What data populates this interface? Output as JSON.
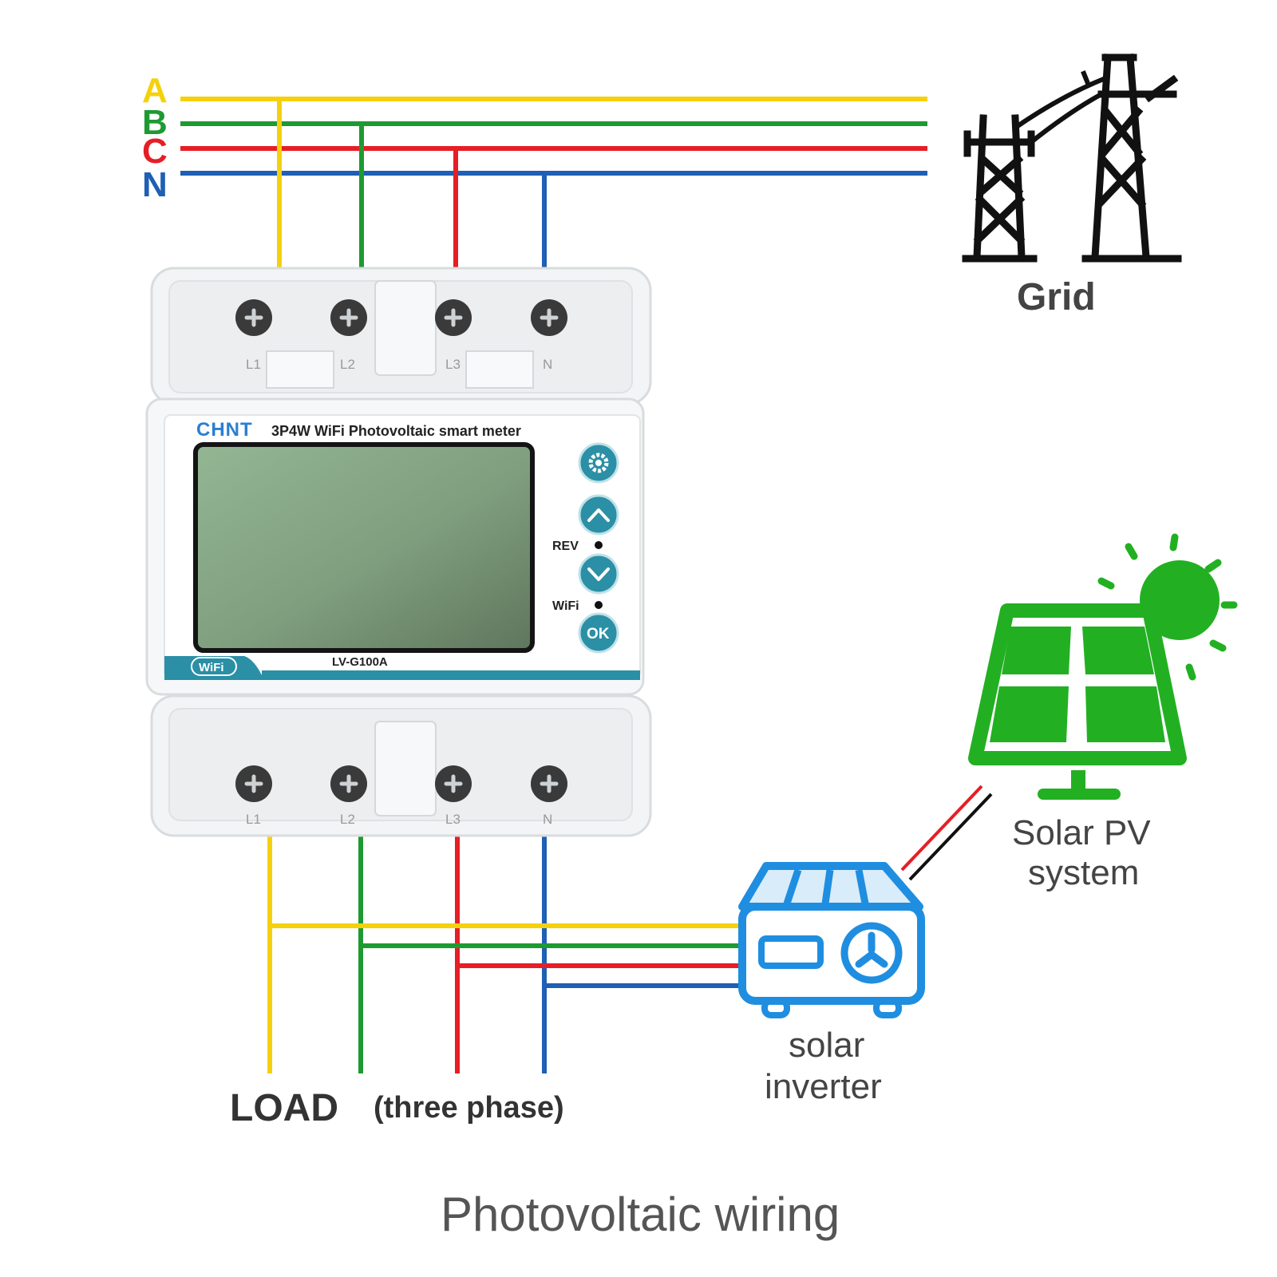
{
  "bus": {
    "phases": [
      {
        "letter": "A",
        "color": "#f5d10d"
      },
      {
        "letter": "B",
        "color": "#1e9a32"
      },
      {
        "letter": "C",
        "color": "#e61e25"
      },
      {
        "letter": "N",
        "color": "#1f5fb4"
      }
    ]
  },
  "meter": {
    "brand": "CHNT",
    "title": "3P4W WiFi Photovoltaic smart meter",
    "model": "LV-G100A",
    "wifi_badge": "WiFi",
    "rev_label": "REV",
    "wifi_label": "WiFi",
    "ok_label": "OK",
    "top_terminals": [
      "L1",
      "L2",
      "L3",
      "N"
    ],
    "bottom_terminals": [
      "L1",
      "L2",
      "L3",
      "N"
    ],
    "accent_color": "#2b8fa6"
  },
  "grid": {
    "label": "Grid"
  },
  "solar_pv": {
    "line1": "Solar PV",
    "line2": "system",
    "color": "#22b022"
  },
  "inverter": {
    "line1": "solar",
    "line2": "inverter",
    "color": "#1f8ee0"
  },
  "load": {
    "label": "LOAD",
    "sublabel": "(three phase)"
  },
  "caption": "Photovoltaic wiring"
}
